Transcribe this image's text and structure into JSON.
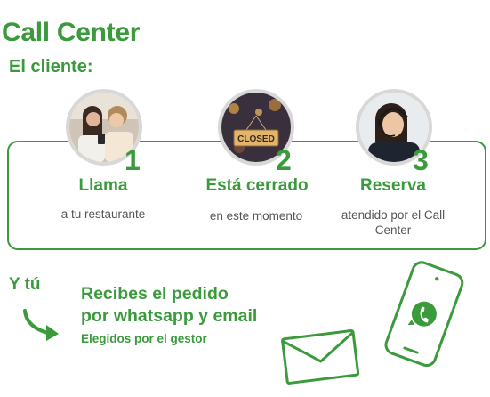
{
  "title": "Call Center",
  "subtitle": "El cliente:",
  "steps": [
    {
      "number": "1",
      "title": "Llama",
      "desc": "a tu restaurante"
    },
    {
      "number": "2",
      "title": "Está cerrado",
      "desc": "en este momento",
      "sign": "CLOSED"
    },
    {
      "number": "3",
      "title": "Reserva",
      "desc": "atendido por el Call Center"
    }
  ],
  "you": {
    "label": "Y tú",
    "headline_line1": "Recibes el pedido",
    "headline_line2": "por whatsapp y email",
    "sub": "Elegidos por el gestor"
  },
  "colors": {
    "accent": "#3a9a3c",
    "text_gray": "#555555",
    "avatar_border": "#d8d8d8"
  },
  "icons": [
    "arrow-curved-icon",
    "envelope-icon",
    "whatsapp-phone-icon"
  ]
}
